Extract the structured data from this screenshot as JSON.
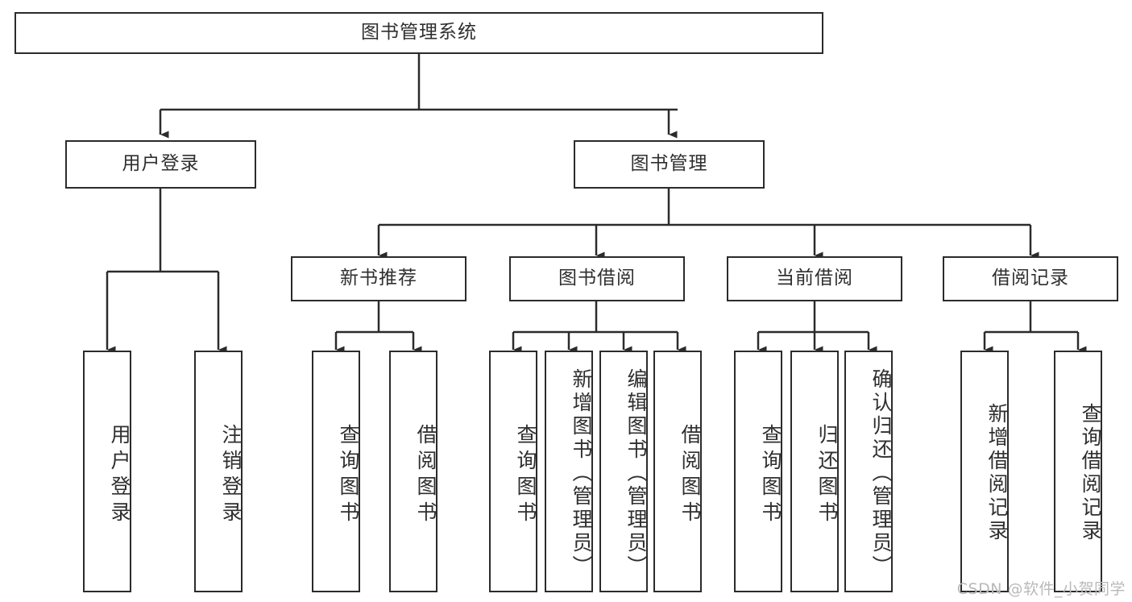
{
  "diagram": {
    "title": "图书管理系统",
    "type": "hierarchy-tree",
    "root": {
      "label": "图书管理系统"
    },
    "level2": [
      {
        "label": "用户登录"
      },
      {
        "label": "图书管理"
      }
    ],
    "level3": [
      {
        "label": "新书推荐"
      },
      {
        "label": "图书借阅"
      },
      {
        "label": "当前借阅"
      },
      {
        "label": "借阅记录"
      }
    ],
    "leaves": {
      "user_login": [
        {
          "label": "用户登录"
        },
        {
          "label": "注销登录"
        }
      ],
      "new_book_recommend": [
        {
          "label": "查询图书"
        },
        {
          "label": "借阅图书"
        }
      ],
      "book_borrow": [
        {
          "label": "查询图书"
        },
        {
          "label": "新增图书（管理员）"
        },
        {
          "label": "编辑图书（管理员）"
        },
        {
          "label": "借阅图书"
        }
      ],
      "current_borrow": [
        {
          "label": "查询图书"
        },
        {
          "label": "归还图书"
        },
        {
          "label": "确认归还（管理员）"
        }
      ],
      "borrow_record": [
        {
          "label": "新增借阅记录"
        },
        {
          "label": "查询借阅记录"
        }
      ]
    }
  },
  "watermark": {
    "text": "CSDN @软件_小贺同学"
  },
  "colors": {
    "stroke": "#2b2b2b",
    "text": "#2f2f2f",
    "background": "#ffffff",
    "watermark": "#b9b9b9"
  }
}
